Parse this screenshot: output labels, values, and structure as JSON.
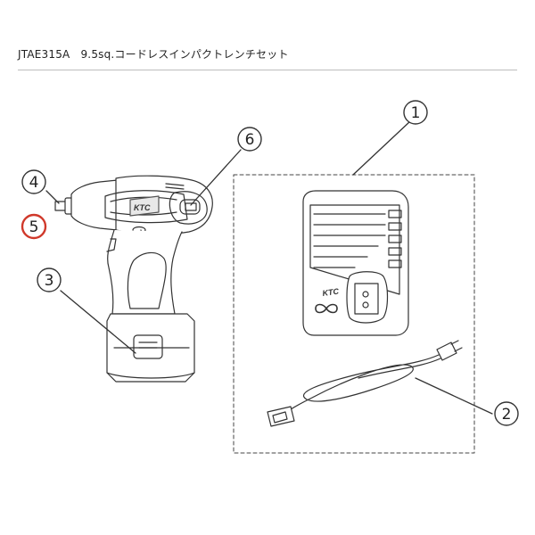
{
  "header": {
    "part_number": "JTAE315A",
    "title": "9.5sq.コードレスインパクトレンチセット"
  },
  "callouts": [
    {
      "id": "1",
      "label": "1",
      "part": "charger",
      "highlighted": false
    },
    {
      "id": "2",
      "label": "2",
      "part": "power-cord",
      "highlighted": false
    },
    {
      "id": "3",
      "label": "3",
      "part": "battery-pack",
      "highlighted": false
    },
    {
      "id": "4",
      "label": "4",
      "part": "anvil",
      "highlighted": false
    },
    {
      "id": "5",
      "label": "5",
      "part": "anvil-ring",
      "highlighted": true
    },
    {
      "id": "6",
      "label": "6",
      "part": "forward-reverse-switch",
      "highlighted": false
    }
  ],
  "brand": {
    "wrench_logo": "KTC",
    "charger_logo": "KTC"
  },
  "colors": {
    "line": "#333333",
    "highlight": "#d0392b",
    "dash": "#444444"
  }
}
